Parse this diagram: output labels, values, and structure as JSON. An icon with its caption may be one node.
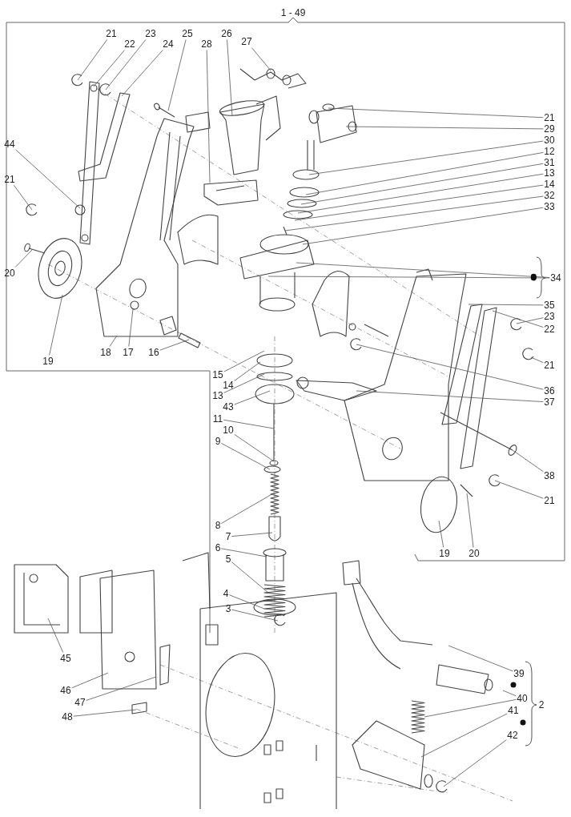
{
  "diagram": {
    "nodes": [
      {
        "text": [
          "21"
        ]
      },
      {
        "text": [
          "22"
        ]
      },
      {
        "text": [
          "23"
        ]
      },
      {
        "text": [
          "24"
        ]
      },
      {
        "text": [
          "25"
        ]
      },
      {
        "text": [
          "28"
        ]
      },
      {
        "text": [
          "26"
        ]
      },
      {
        "text": [
          "27"
        ]
      },
      {
        "text": [
          "21"
        ]
      },
      {
        "text": [
          "29"
        ]
      },
      {
        "text": [
          "30"
        ]
      },
      {
        "text": [
          "12"
        ]
      },
      {
        "text": [
          "31"
        ]
      },
      {
        "text": [
          "13"
        ]
      },
      {
        "text": [
          "14"
        ]
      },
      {
        "text": [
          "32"
        ]
      },
      {
        "text": [
          "33"
        ]
      },
      {
        "text": [
          "44"
        ]
      },
      {
        "text": [
          "21"
        ]
      },
      {
        "text": [
          "20"
        ]
      },
      {
        "text": [
          "34"
        ]
      },
      {
        "text": [
          "35"
        ]
      },
      {
        "text": [
          "23"
        ]
      },
      {
        "text": [
          "22"
        ]
      },
      {
        "text": [
          "19"
        ]
      },
      {
        "text": [
          "18"
        ]
      },
      {
        "text": [
          "17"
        ]
      },
      {
        "text": [
          "16"
        ]
      },
      {
        "text": [
          "21"
        ]
      },
      {
        "text": [
          "15"
        ]
      },
      {
        "text": [
          "14"
        ]
      },
      {
        "text": [
          "13"
        ]
      },
      {
        "text": [
          "43"
        ]
      },
      {
        "text": [
          "36"
        ]
      },
      {
        "text": [
          "37"
        ]
      },
      {
        "text": [
          "11"
        ]
      },
      {
        "text": [
          "10"
        ]
      },
      {
        "text": [
          "9"
        ]
      },
      {
        "text": [
          "38"
        ]
      },
      {
        "text": [
          "21"
        ]
      },
      {
        "text": [
          "8"
        ]
      },
      {
        "text": [
          "7"
        ]
      },
      {
        "text": [
          "6"
        ]
      },
      {
        "text": [
          "19"
        ]
      },
      {
        "text": [
          "20"
        ]
      },
      {
        "text": [
          "5"
        ]
      },
      {
        "text": [
          "4"
        ]
      },
      {
        "text": [
          "3"
        ]
      },
      {
        "text": [
          "45"
        ]
      },
      {
        "text": [
          "39"
        ]
      },
      {
        "text": [
          "46"
        ]
      },
      {
        "text": [
          "40"
        ]
      },
      {
        "text": [
          "47"
        ]
      },
      {
        "text": [
          "41"
        ]
      },
      {
        "text": [
          "48"
        ]
      },
      {
        "text": [
          "42"
        ]
      }
    ],
    "edges": [
      {
        "from": 0,
        "to": null,
        "arrow": "none"
      },
      {
        "from": 1,
        "to": null,
        "arrow": "none"
      },
      {
        "from": 2,
        "to": null,
        "arrow": "none"
      },
      {
        "from": 3,
        "to": null,
        "arrow": "none"
      },
      {
        "from": 4,
        "to": null,
        "arrow": "none"
      },
      {
        "from": 5,
        "to": null,
        "arrow": "none"
      },
      {
        "from": 6,
        "to": null,
        "arrow": "none"
      },
      {
        "from": 7,
        "to": null,
        "arrow": "none"
      },
      {
        "from": 8,
        "to": null,
        "arrow": "none"
      },
      {
        "from": 9,
        "to": null,
        "arrow": "none"
      },
      {
        "from": 10,
        "to": null,
        "arrow": "none"
      },
      {
        "from": 11,
        "to": null,
        "arrow": "none"
      },
      {
        "from": 12,
        "to": null,
        "arrow": "none"
      },
      {
        "from": 13,
        "to": null,
        "arrow": "none"
      },
      {
        "from": 14,
        "to": null,
        "arrow": "none"
      },
      {
        "from": 15,
        "to": null,
        "arrow": "none"
      },
      {
        "from": 16,
        "to": null,
        "arrow": "none"
      },
      {
        "from": 17,
        "to": null,
        "arrow": "none"
      },
      {
        "from": 18,
        "to": null,
        "arrow": "none"
      },
      {
        "from": 19,
        "to": null,
        "arrow": "none"
      },
      {
        "from": 20,
        "to": null,
        "arrow": "other"
      },
      {
        "from": 20,
        "to": null,
        "arrow": "other"
      },
      {
        "from": 21,
        "to": null,
        "arrow": "none"
      },
      {
        "from": 22,
        "to": null,
        "arrow": "none"
      },
      {
        "from": 23,
        "to": null,
        "arrow": "none"
      },
      {
        "from": 24,
        "to": null,
        "arrow": "none"
      },
      {
        "from": 25,
        "to": null,
        "arrow": "none"
      },
      {
        "from": 26,
        "to": null,
        "arrow": "none"
      },
      {
        "from": 27,
        "to": null,
        "arrow": "none"
      },
      {
        "from": 28,
        "to": null,
        "arrow": "none"
      },
      {
        "from": 29,
        "to": null,
        "arrow": "none"
      },
      {
        "from": 30,
        "to": null,
        "arrow": "none"
      },
      {
        "from": 31,
        "to": null,
        "arrow": "none"
      },
      {
        "from": 32,
        "to": null,
        "arrow": "none"
      },
      {
        "from": 33,
        "to": null,
        "arrow": "none"
      },
      {
        "from": 34,
        "to": null,
        "arrow": "none"
      },
      {
        "from": 35,
        "to": null,
        "arrow": "none"
      },
      {
        "from": 36,
        "to": null,
        "arrow": "none"
      },
      {
        "from": 37,
        "to": null,
        "arrow": "none"
      },
      {
        "from": 38,
        "to": null,
        "arrow": "none"
      },
      {
        "from": 39,
        "to": null,
        "arrow": "none"
      },
      {
        "from": 40,
        "to": null,
        "arrow": "none"
      },
      {
        "from": 41,
        "to": null,
        "arrow": "none"
      },
      {
        "from": 42,
        "to": null,
        "arrow": "none"
      },
      {
        "from": 43,
        "to": null,
        "arrow": "none"
      },
      {
        "from": 44,
        "to": null,
        "arrow": "none"
      },
      {
        "from": 45,
        "to": null,
        "arrow": "none"
      },
      {
        "from": 46,
        "to": null,
        "arrow": "none"
      },
      {
        "from": 47,
        "to": null,
        "arrow": "none"
      },
      {
        "from": 48,
        "to": null,
        "arrow": "none"
      },
      {
        "from": 49,
        "to": null,
        "arrow": "none"
      },
      {
        "from": 50,
        "to": null,
        "arrow": "none"
      },
      {
        "from": 51,
        "to": null,
        "arrow": "none"
      },
      {
        "from": 51,
        "to": null,
        "arrow": "none"
      },
      {
        "from": 52,
        "to": null,
        "arrow": "none"
      },
      {
        "from": 53,
        "to": null,
        "arrow": "none"
      },
      {
        "from": 54,
        "to": null,
        "arrow": "none"
      },
      {
        "from": 55,
        "to": null,
        "arrow": "none"
      }
    ],
    "labels": [
      "1 - 49",
      "2"
    ]
  }
}
